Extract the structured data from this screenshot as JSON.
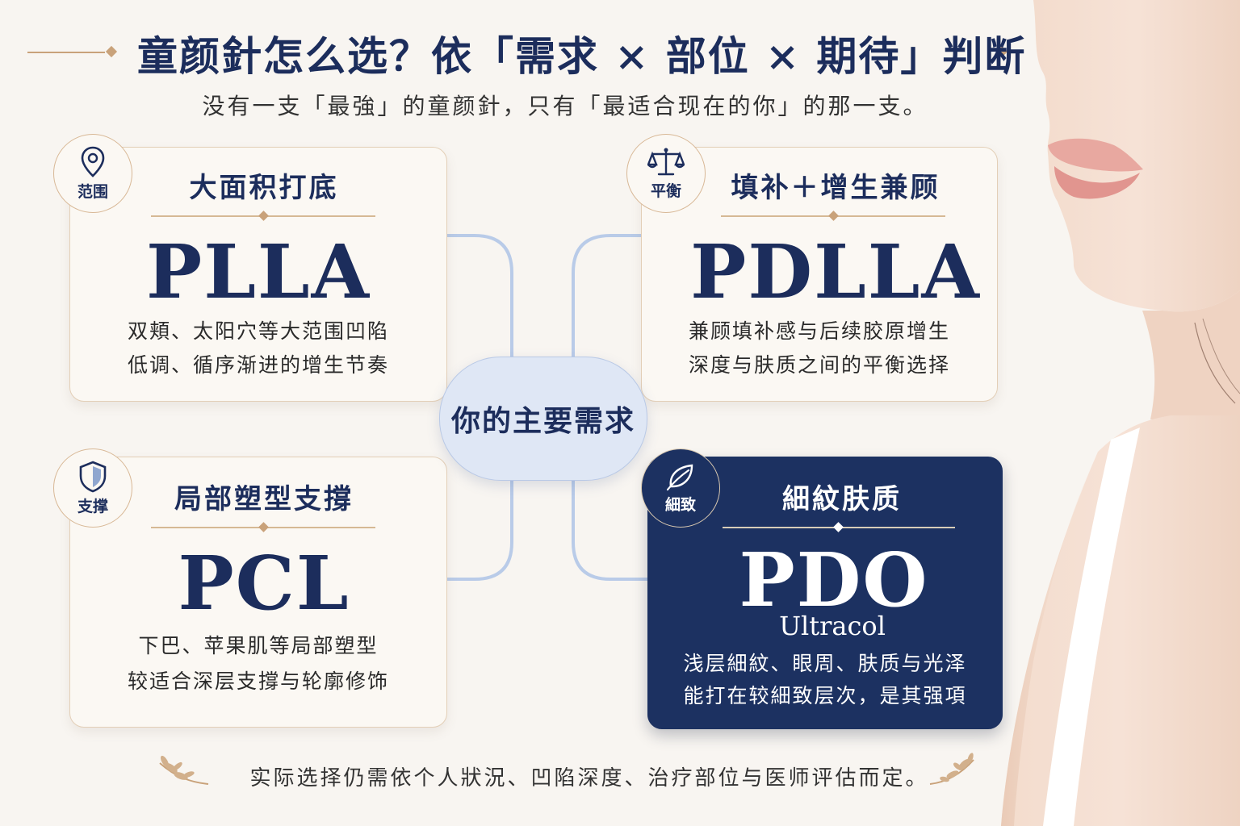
{
  "header": {
    "title": "童颜針怎么选？依「需求 × 部位 × 期待」判断",
    "subtitle": "没有一支「最強」的童颜針，只有「最适合现在的你」的那一支。"
  },
  "center": {
    "label": "你的主要需求"
  },
  "cards": [
    {
      "badge": "范围",
      "icon": "location-pin-icon",
      "heading": "大面积打底",
      "code": "PLLA",
      "lines": [
        "双頬、太阳穴等大范围凹陷",
        "低调、循序渐进的增生节奏"
      ]
    },
    {
      "badge": "平衡",
      "icon": "balance-scale-icon",
      "heading": "填补＋增生兼顾",
      "code": "PDLLA",
      "lines": [
        "兼顾填补感与后续胶原增生",
        "深度与肤质之间的平衡选择"
      ]
    },
    {
      "badge": "支撑",
      "icon": "shield-icon",
      "heading": "局部塑型支撐",
      "code": "PCL",
      "lines": [
        "下巴、苹果肌等局部塑型",
        "较适合深层支撐与轮廓修饰"
      ]
    },
    {
      "badge": "細致",
      "icon": "leaf-icon",
      "heading": "細紋肤质",
      "code": "PDO",
      "sub": "Ultracol",
      "lines": [
        "浅层細紋、眼周、肤质与光泽",
        "能打在较細致层次，是其强項"
      ]
    }
  ],
  "footer": {
    "note": "实际选择仍需依个人狀況、凹陷深度、治疗部位与医师评估而定。"
  },
  "colors": {
    "navy": "#1c3161",
    "gold": "#c9a27a",
    "connector": "#b9cbe8",
    "background": "#f8f5f1"
  }
}
